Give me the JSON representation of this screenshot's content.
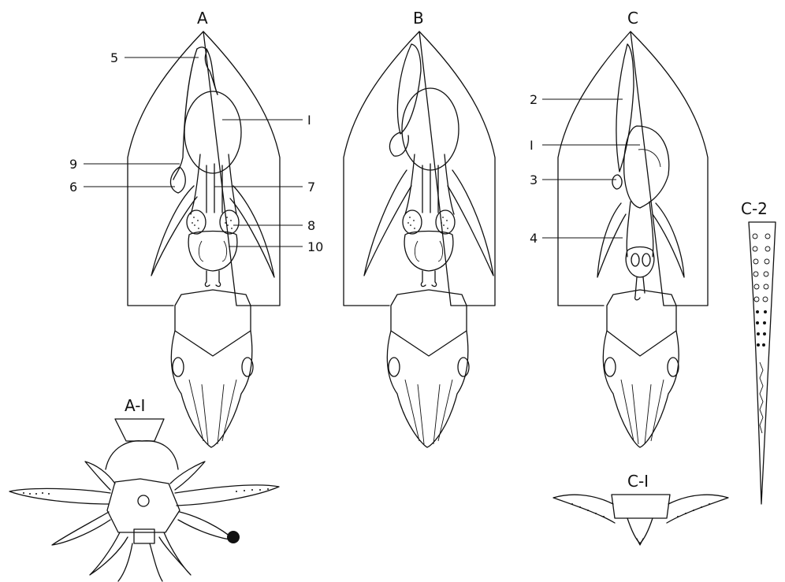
{
  "panels": {
    "a": "A",
    "b": "B",
    "c": "C",
    "a1": "A-I",
    "c1": "C-I",
    "c2": "C-2"
  },
  "callouts": {
    "n1a": "I",
    "n1c": "I",
    "n2": "2",
    "n3": "3",
    "n4": "4",
    "n5": "5",
    "n6": "6",
    "n7": "7",
    "n8": "8",
    "n9": "9",
    "n10": "10"
  }
}
